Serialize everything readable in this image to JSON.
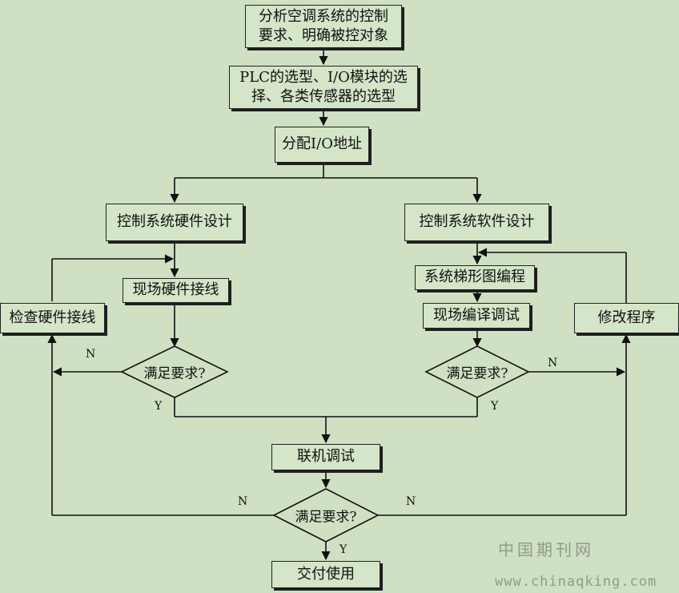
{
  "nodes": {
    "analyze": "分析空调系统的控制\n要求、明确被控对象",
    "select": "PLC的选型、I/O模块的选\n择、各类传感器的选型",
    "assign": "分配I/O地址",
    "hw_design": "控制系统硬件设计",
    "sw_design": "控制系统软件设计",
    "hw_wiring": "现场硬件接线",
    "check_wiring": "检查硬件接线",
    "ladder": "系统梯形图编程",
    "compile": "现场编译调试",
    "modify": "修改程序",
    "joint": "联机调试",
    "deliver": "交付使用"
  },
  "decisions": {
    "left": "满足要求?",
    "right": "满足要求?",
    "bottom": "满足要求?"
  },
  "edge_labels": {
    "yes": "Y",
    "no": "N"
  },
  "watermark": {
    "cn": "中国期刊网",
    "url": "www.chinaqking.com"
  }
}
